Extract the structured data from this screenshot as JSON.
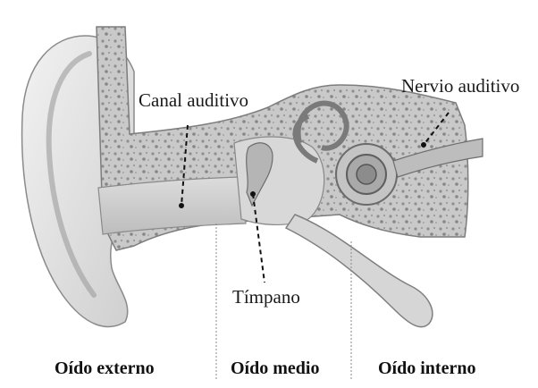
{
  "labels": {
    "canal_auditivo": "Canal auditivo",
    "nervio_auditivo": "Nervio auditivo",
    "timpano": "Tímpano"
  },
  "regions": {
    "oido_externo": "Oído externo",
    "oido_medio": "Oído medio",
    "oido_interno": "Oído interno"
  }
}
